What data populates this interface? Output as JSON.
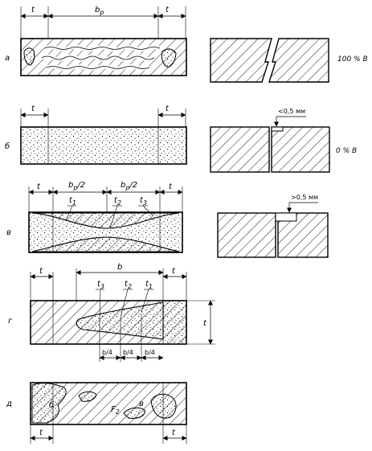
{
  "rows": {
    "a": "а",
    "b": "б",
    "v": "в",
    "g": "г",
    "d": "д"
  },
  "dims": {
    "t": "t",
    "bp": "b",
    "bp_sub": "p",
    "bp_half": "/2",
    "b": "b",
    "b_quarter": "b/4",
    "t1": "t",
    "t1_sub": "1",
    "t2": "t",
    "t2_sub": "2",
    "t3": "t",
    "t3_sub": "3",
    "f": "F",
    "f_sub": "2",
    "area_b": "б",
    "area_v": "в"
  },
  "annotations": {
    "pct_100": "100 % В",
    "pct_0": "0 % В",
    "lt_05": "<0,5 мм",
    "gt_05": ">0,5 мм"
  }
}
